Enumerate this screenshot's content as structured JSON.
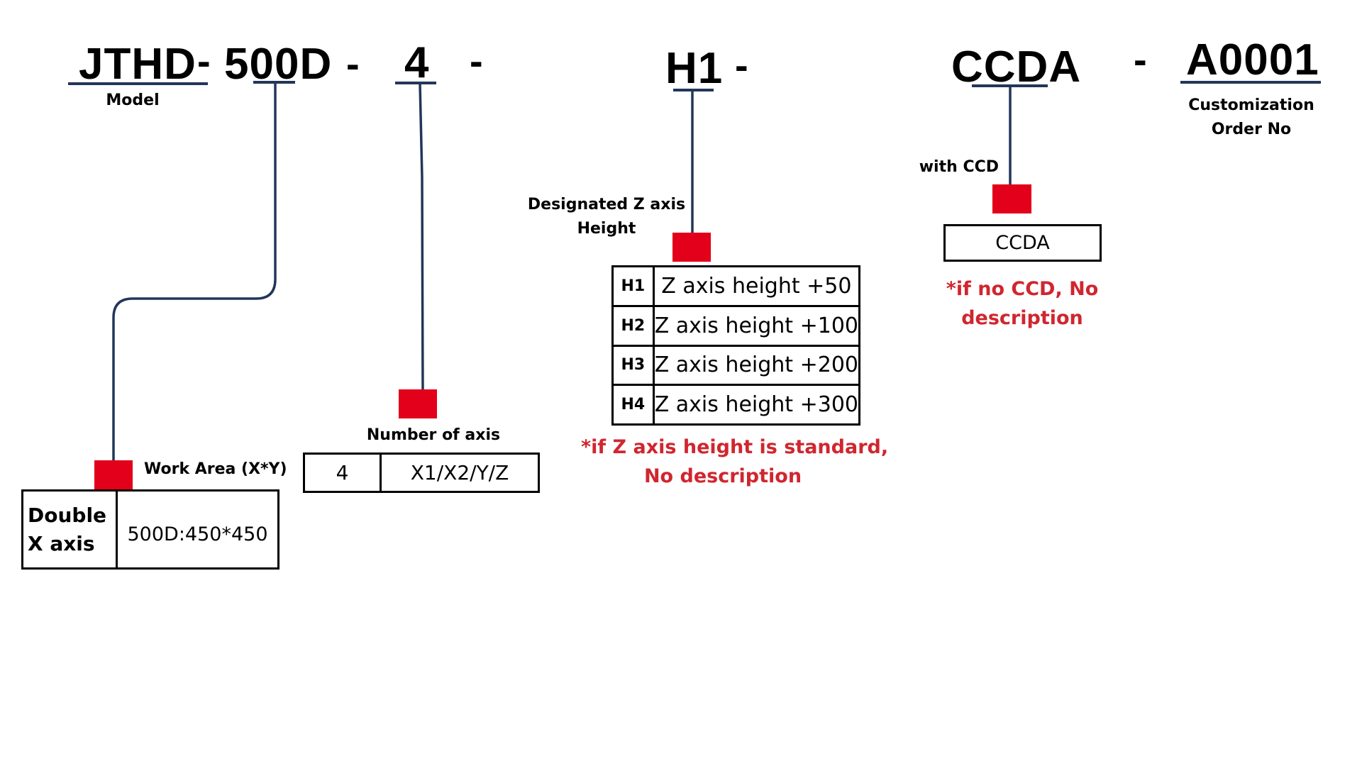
{
  "title_code": {
    "segments": [
      {
        "id": "model",
        "text": "JTHD"
      },
      {
        "id": "work_area",
        "text": "500D"
      },
      {
        "id": "axis_count",
        "text": "4"
      },
      {
        "id": "z_height",
        "text": "H1"
      },
      {
        "id": "ccd",
        "text": "CCDA"
      },
      {
        "id": "order_no",
        "text": "A0001"
      }
    ],
    "separator": "-"
  },
  "labels": {
    "model": "Model",
    "work_area": "Work Area (X*Y)",
    "axis_count": "Number of axis",
    "z_height_line1": "Designated Z axis",
    "z_height_line2": "Height",
    "ccd": "with CCD",
    "order_no_line1": "Customization",
    "order_no_line2": "Order No"
  },
  "work_area_table": {
    "key_line1": "Double",
    "key_line2": "X axis",
    "value": "500D:450*450"
  },
  "axis_table": {
    "key": "4",
    "value": "X1/X2/Y/Z"
  },
  "z_height_table": {
    "rows": [
      {
        "code": "H1",
        "desc": "Z axis height +50"
      },
      {
        "code": "H2",
        "desc": "Z axis height +100"
      },
      {
        "code": "H3",
        "desc": "Z axis height +200"
      },
      {
        "code": "H4",
        "desc": "Z axis height +300"
      }
    ]
  },
  "ccd_box": {
    "value": "CCDA"
  },
  "notes": {
    "z_height_line1": "*if Z axis height is standard,",
    "z_height_line2": "No description",
    "ccd_line1": "*if no CCD, No",
    "ccd_line2": "description"
  },
  "colors": {
    "connector": "#233659",
    "marker": "#e2001a",
    "note_text": "#d0262f"
  }
}
